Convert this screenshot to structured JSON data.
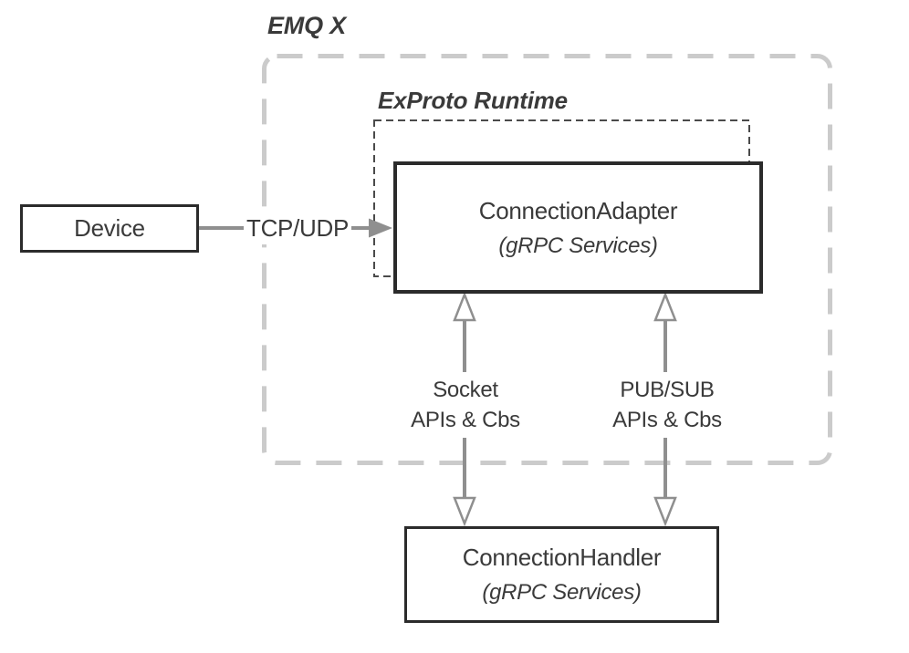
{
  "diagram": {
    "title": "EMQ X",
    "runtime_label": "ExProto Runtime",
    "nodes": {
      "device": {
        "label": "Device"
      },
      "adapter": {
        "title": "ConnectionAdapter",
        "subtitle": "(gRPC Services)"
      },
      "handler": {
        "title": "ConnectionHandler",
        "subtitle": "(gRPC Services)"
      }
    },
    "edges": {
      "tcp_udp": {
        "label": "TCP/UDP"
      },
      "socket": {
        "line1": "Socket",
        "line2": "APIs & Cbs"
      },
      "pubsub": {
        "line1": "PUB/SUB",
        "line2": "APIs & Cbs"
      }
    },
    "colors": {
      "boundary_dash": "#cbcbcb",
      "runtime_dash": "#4a4a4a",
      "node_border": "#2b2b2b",
      "arrow": "#8f8f8f",
      "text": "#3a3a3a",
      "background": "#ffffff"
    }
  }
}
